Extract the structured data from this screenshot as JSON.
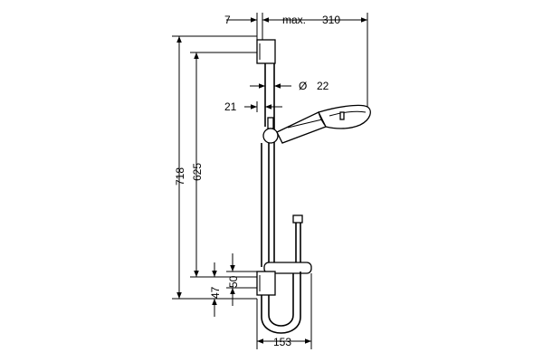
{
  "dimensions": {
    "wall_offset": "7",
    "max_label": "max.",
    "reach": "310",
    "diameter_symbol": "Ø",
    "diameter": "22",
    "handle_offset": "21",
    "total_height": "718",
    "bar_height": "625",
    "bracket_50": "50",
    "bracket_47": "47",
    "shelf_width": "153"
  }
}
